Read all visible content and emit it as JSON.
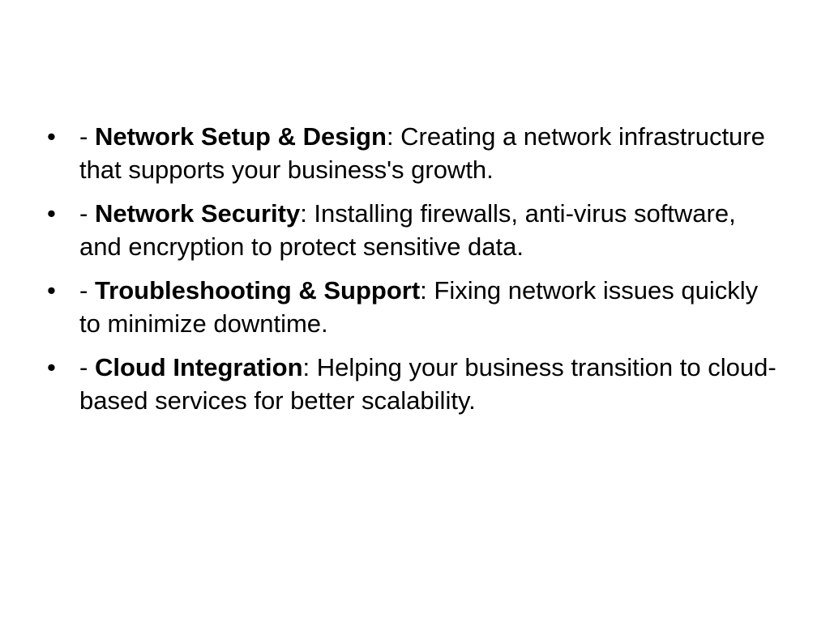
{
  "slide": {
    "bullet_symbol": "•",
    "items": [
      {
        "prefix": "- ",
        "term": "Network Setup & Design",
        "description": ": Creating a network infrastructure that supports your business's growth."
      },
      {
        "prefix": "- ",
        "term": "Network Security",
        "description": ": Installing firewalls, anti-virus software, and encryption to protect sensitive data."
      },
      {
        "prefix": "- ",
        "term": "Troubleshooting & Support",
        "description": ": Fixing network issues quickly to minimize downtime."
      },
      {
        "prefix": "- ",
        "term": "Cloud Integration",
        "description": ": Helping your business transition to cloud-based services for better scalability."
      }
    ]
  }
}
